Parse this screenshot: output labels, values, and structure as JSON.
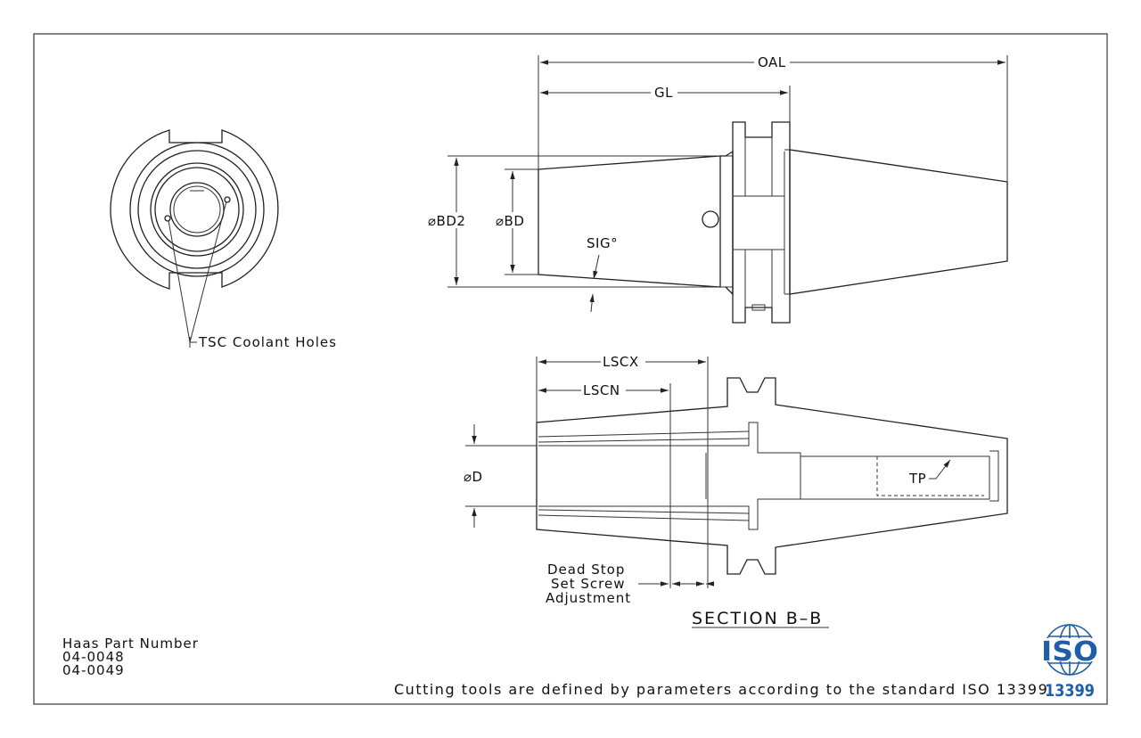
{
  "dimensions": {
    "oal": "OAL",
    "gl": "GL",
    "bd2": "⌀BD2",
    "bd": "⌀BD",
    "sig": "SIG°",
    "lscx": "LSCX",
    "lscn": "LSCN",
    "d": "⌀D",
    "tp": "TP"
  },
  "labels": {
    "coolant_holes": "TSC Coolant Holes",
    "dead_stop_line1": "Dead Stop",
    "dead_stop_line2": "Set Screw",
    "dead_stop_line3": "Adjustment",
    "section": "SECTION B–B"
  },
  "part_info": {
    "heading": "Haas Part Number",
    "numbers": [
      "04-0048",
      "04-0049"
    ]
  },
  "footer": {
    "note": "Cutting tools are defined by parameters according to the standard ISO 13399"
  },
  "logo": {
    "iso": "ISO",
    "standard": "13399",
    "color": "#1f5fa8"
  }
}
